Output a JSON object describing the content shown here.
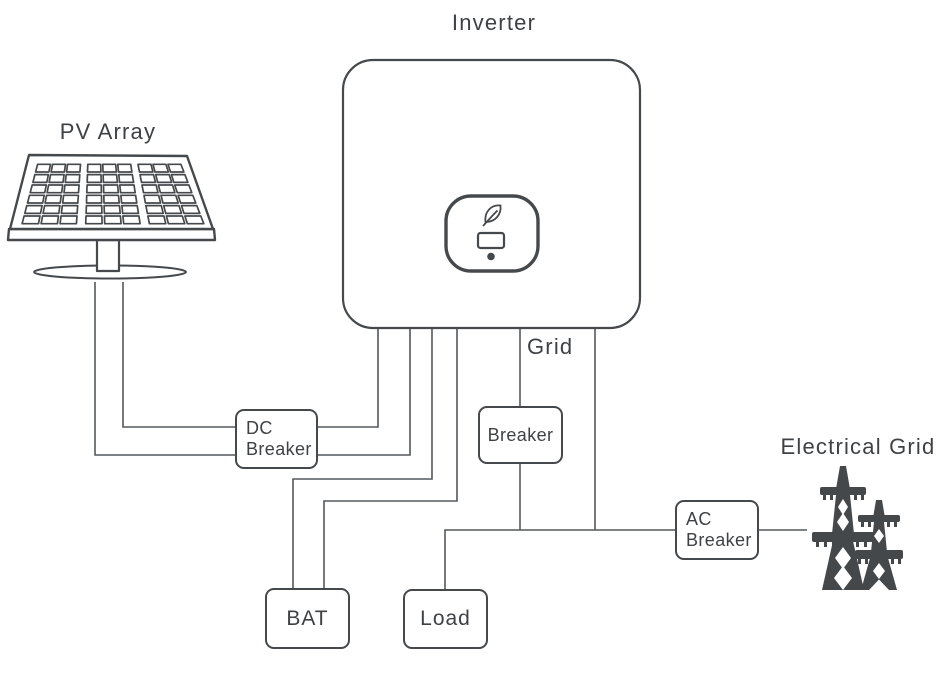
{
  "diagram": {
    "type": "solar-inverter-system-wiring-diagram",
    "labels": {
      "inverter": "Inverter",
      "pv_array": "PV Array",
      "grid": "Grid",
      "electrical_grid": "Electrical Grid"
    },
    "boxes": {
      "dc_breaker_line1": "DC",
      "dc_breaker_line2": "Breaker",
      "grid_breaker": "Breaker",
      "ac_breaker_line1": "AC",
      "ac_breaker_line2": "Breaker",
      "battery": "BAT",
      "load": "Load"
    },
    "colors": {
      "wire": "#55585b",
      "outline": "#46494c",
      "text": "#3f4245",
      "tower_fill": "#45484b",
      "background": "#ffffff"
    }
  }
}
